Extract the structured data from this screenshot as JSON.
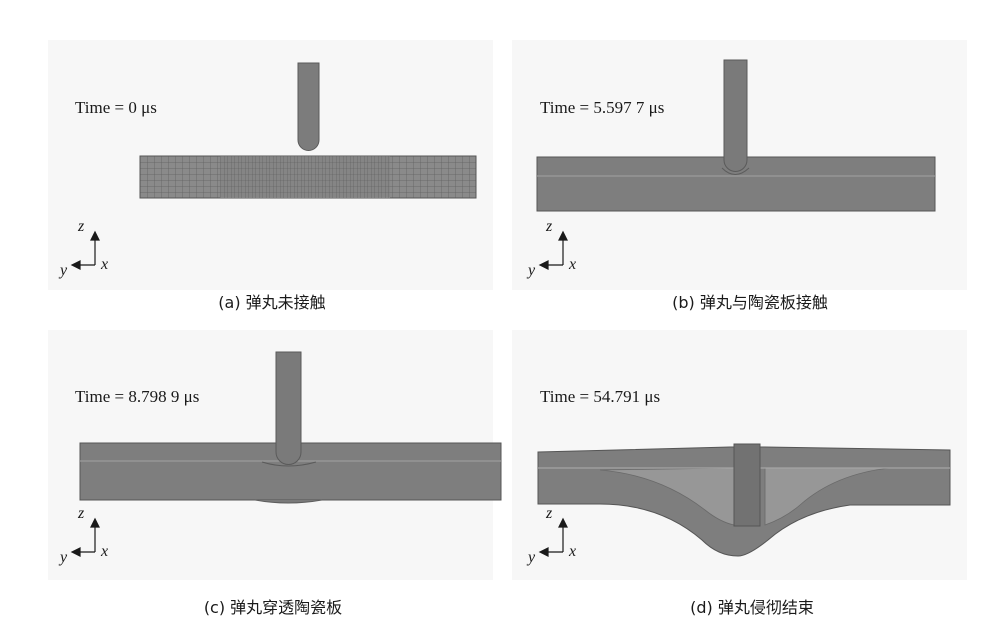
{
  "colors": {
    "plate": "#7f7f7f",
    "plate_dark": "#6a6a6a",
    "projectile": "#7d7d7d",
    "mesh": "#5a5a5a",
    "text": "#1a1a1a"
  },
  "axes": {
    "z": "z",
    "x": "x",
    "y": "y"
  },
  "panels": [
    {
      "time": "Time = 0 μs",
      "caption": "(a) 弹丸未接触"
    },
    {
      "time": "Time = 5.597 7 μs",
      "caption": "(b) 弹丸与陶瓷板接触"
    },
    {
      "time": "Time = 8.798 9 μs",
      "caption": "(c) 弹丸穿透陶瓷板"
    },
    {
      "time": "Time = 54.791 μs",
      "caption": "(d) 弹丸侵彻结束"
    }
  ]
}
